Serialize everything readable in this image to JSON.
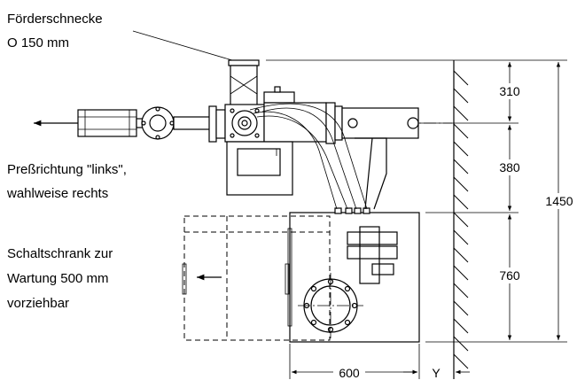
{
  "labels": {
    "screw_line1": "Förderschnecke",
    "screw_line2": "O 150 mm",
    "press_line1": "Preßrichtung \"links\",",
    "press_line2": "wahlweise rechts",
    "cabinet_line1": "Schaltschrank zur",
    "cabinet_line2": "Wartung 500 mm",
    "cabinet_line3": "vorziehbar"
  },
  "dimensions": {
    "d310": "310",
    "d380": "380",
    "d760": "760",
    "d1450": "1450",
    "d600": "600",
    "dY": "Y"
  }
}
